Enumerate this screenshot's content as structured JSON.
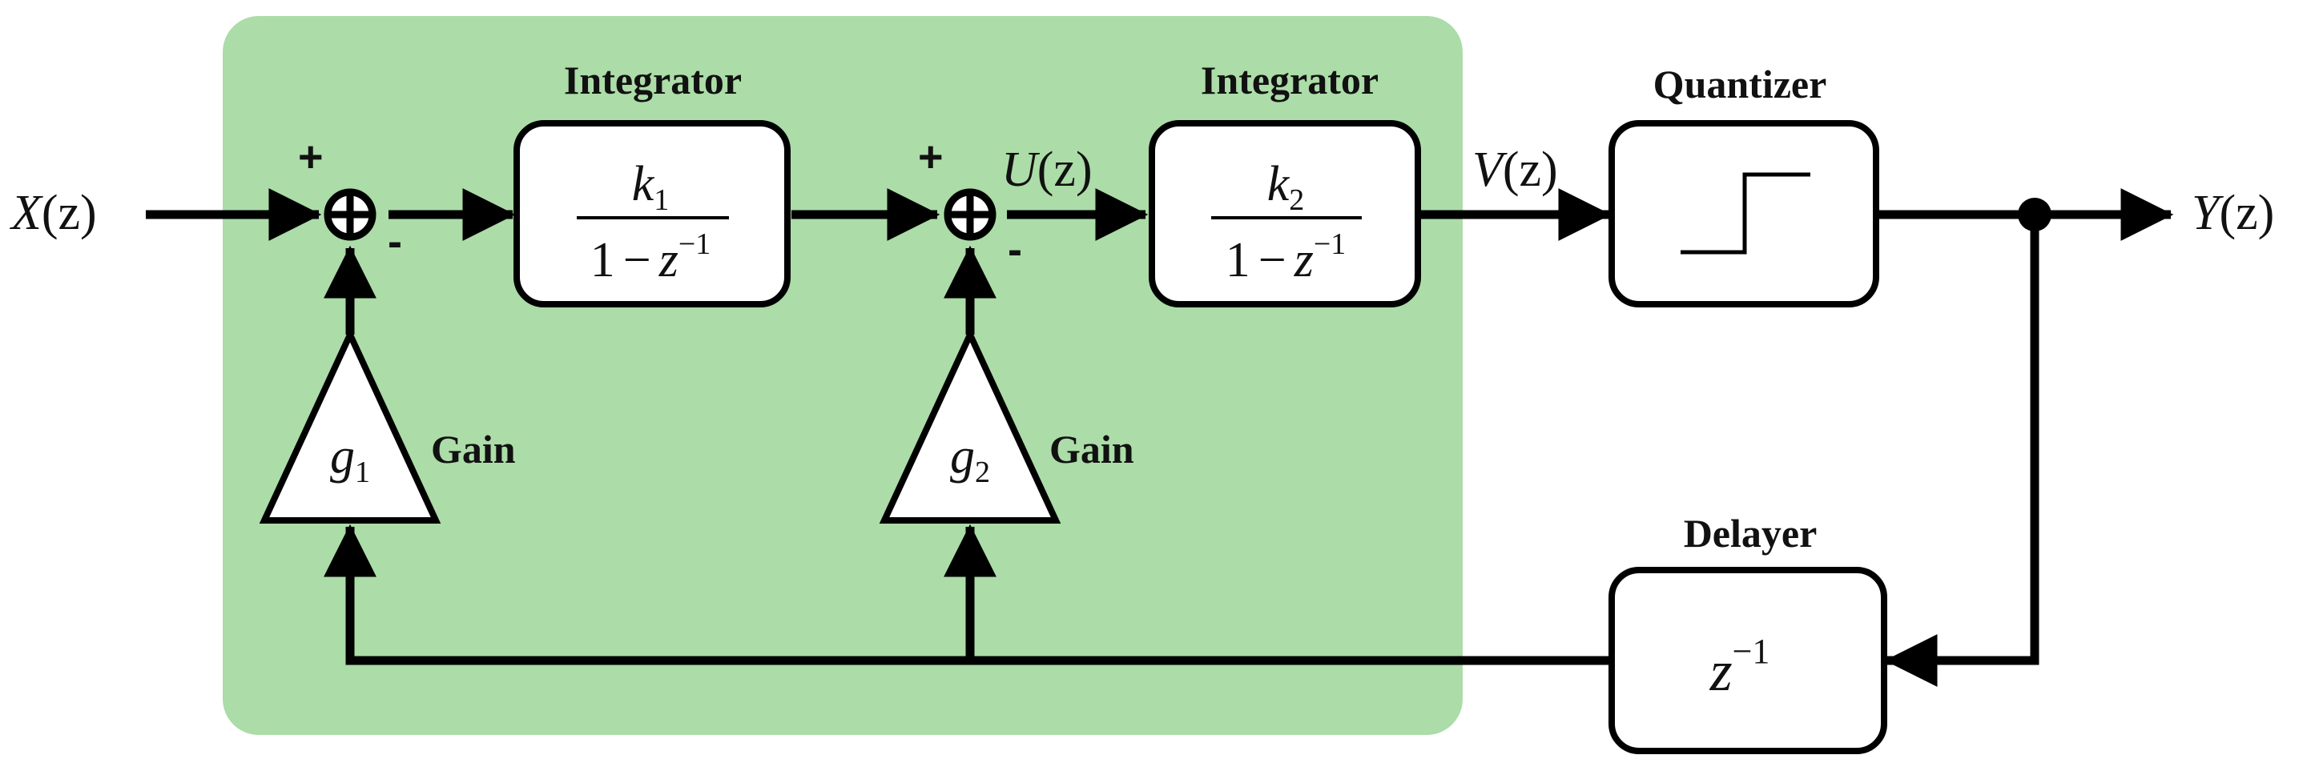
{
  "colors": {
    "panel": "#acdca8",
    "line": "#000000",
    "block_fill": "#ffffff"
  },
  "signals": {
    "input": {
      "var": "X",
      "arg": "(z)"
    },
    "u": {
      "var": "U",
      "arg": "(z)"
    },
    "v": {
      "var": "V",
      "arg": "(z)"
    },
    "output": {
      "var": "Y",
      "arg": "(z)"
    }
  },
  "blocks": {
    "integrator1": {
      "title": "Integrator",
      "num_var": "k",
      "num_sub": "1",
      "den_one": "1",
      "den_minus": "−",
      "den_var": "z",
      "den_exp": "−1"
    },
    "integrator2": {
      "title": "Integrator",
      "num_var": "k",
      "num_sub": "2",
      "den_one": "1",
      "den_minus": "−",
      "den_var": "z",
      "den_exp": "−1"
    },
    "quantizer": {
      "title": "Quantizer"
    },
    "delayer": {
      "title": "Delayer",
      "var": "z",
      "exp": "−1"
    }
  },
  "gains": {
    "gain1": {
      "label": "Gain",
      "var": "g",
      "sub": "1"
    },
    "gain2": {
      "label": "Gain",
      "var": "g",
      "sub": "2"
    }
  },
  "summers": {
    "sum1": {
      "plus": "+",
      "minus": "-"
    },
    "sum2": {
      "plus": "+",
      "minus": "-"
    }
  }
}
